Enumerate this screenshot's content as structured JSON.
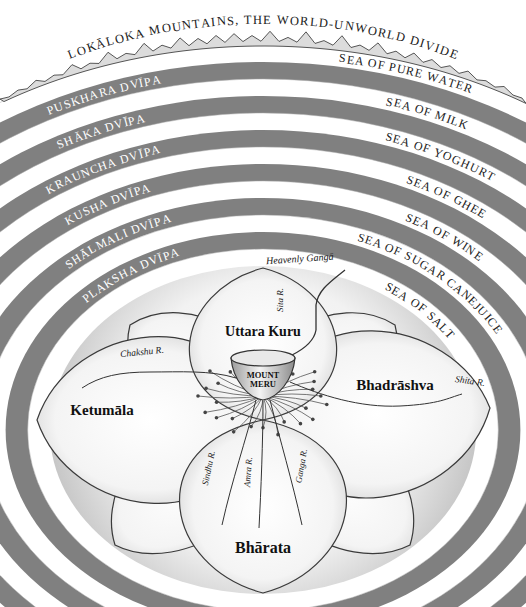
{
  "diagram": {
    "nodes": [
      {
        "text": [
          "LOKĀLOKA MOUNTAINS, THE WORLD-UNWORLD DIVIDE"
        ]
      },
      {
        "text": [
          "SEA OF PURE WATER"
        ]
      },
      {
        "text": [
          "PUSKHARA DVĪPA"
        ]
      },
      {
        "text": [
          "SEA OF MILK"
        ]
      },
      {
        "text": [
          "SHĀKA DVĪPA"
        ]
      },
      {
        "text": [
          "SEA OF YOGHURT"
        ]
      },
      {
        "text": [
          "KRAUNCHA DVĪPA"
        ]
      },
      {
        "text": [
          "SEA OF GHEE"
        ]
      },
      {
        "text": [
          "KUSHA DVĪPA"
        ]
      },
      {
        "text": [
          "SEA OF WINE"
        ]
      },
      {
        "text": [
          "SHĀLMALI DVĪPA"
        ]
      },
      {
        "text": [
          "SEA OF SUGAR CANEJUICE"
        ]
      },
      {
        "text": [
          "PLAKSHA DVĪPA"
        ]
      },
      {
        "text": [
          "SEA OF SALT"
        ]
      },
      {
        "text": [
          "Uttara Kuru"
        ]
      },
      {
        "text": [
          "MOUNT MERU"
        ]
      },
      {
        "text": [
          "Ketumāla"
        ]
      },
      {
        "text": [
          "Bhadrāshva"
        ]
      },
      {
        "text": [
          "Bhārata"
        ]
      }
    ],
    "labels": [
      "Heavenly Gangā",
      "Sita R.",
      "Chakshu R.",
      "Shita R.",
      "Sindhu R.",
      "Amra R.",
      "Ganga R."
    ]
  }
}
